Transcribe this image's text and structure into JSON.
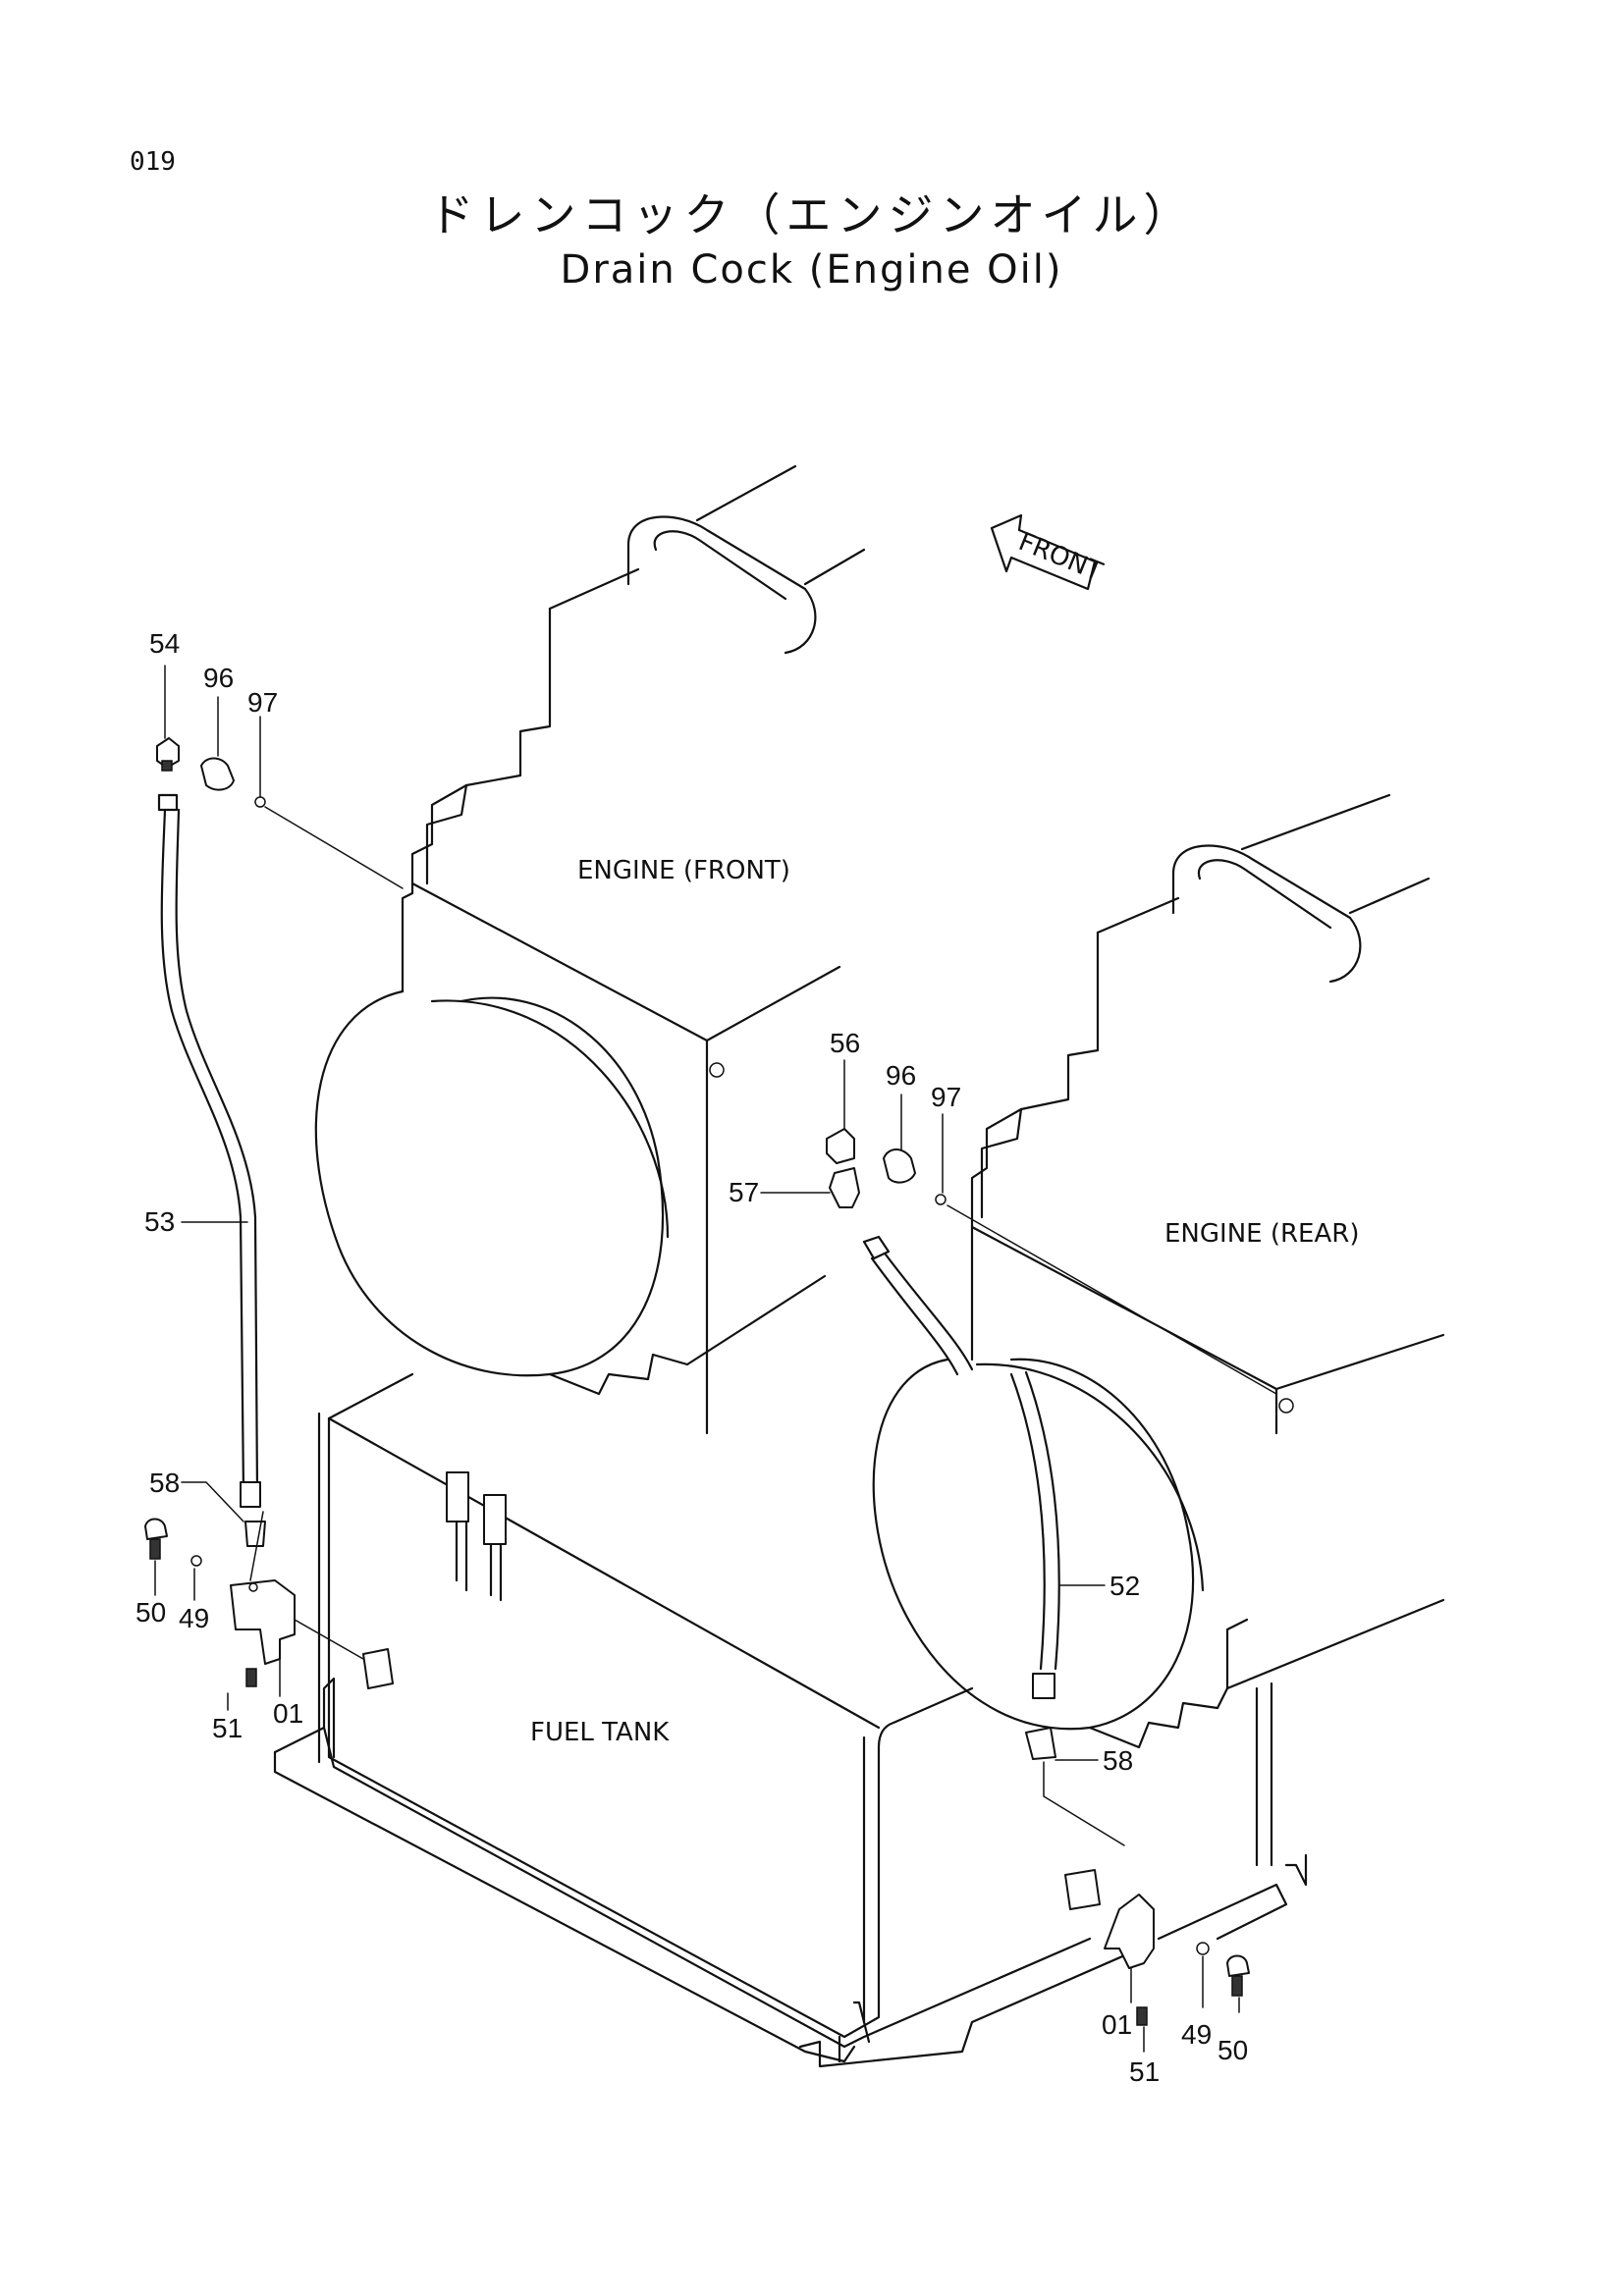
{
  "page_number": "019",
  "title_jp": "ドレンコック（エンジンオイル）",
  "title_en": "Drain Cock (Engine Oil)",
  "front_arrow_label": "FRONT",
  "component_labels": {
    "engine_front": "ENGINE (FRONT)",
    "engine_rear": "ENGINE (REAR)",
    "fuel_tank": "FUEL  TANK"
  },
  "callouts": {
    "left_54": "54",
    "left_96": "96",
    "left_97": "97",
    "left_53": "53",
    "left_58": "58",
    "left_50": "50",
    "left_49": "49",
    "left_01": "01",
    "left_51": "51",
    "right_56": "56",
    "right_96": "96",
    "right_97": "97",
    "right_57": "57",
    "right_52": "52",
    "right_58": "58",
    "right_01": "01",
    "right_49": "49",
    "right_50": "50",
    "right_51": "51"
  }
}
